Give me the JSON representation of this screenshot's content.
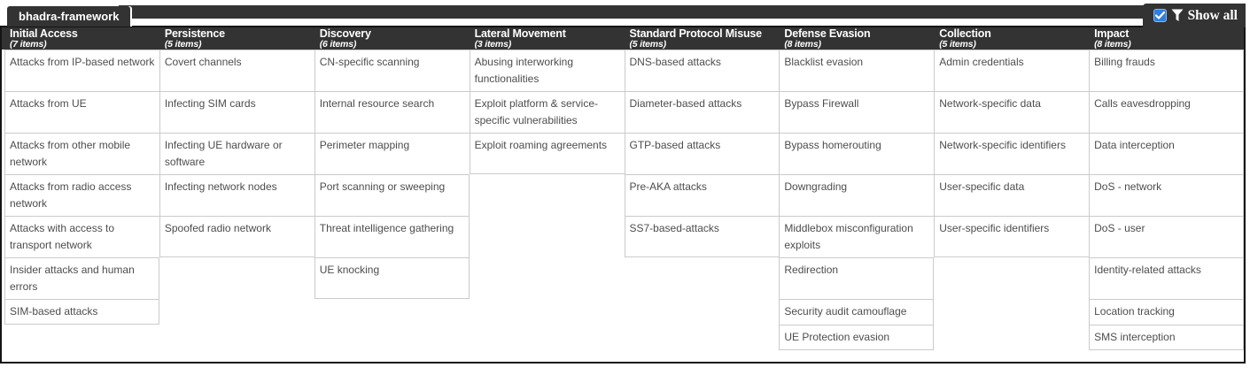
{
  "tab_bar": {
    "active_tab": "bhadra-framework"
  },
  "controls": {
    "show_all_label": "Show all",
    "show_all_checked": true,
    "checkbox_icon": "checked-checkbox-icon",
    "filter_icon": "filter-funnel-icon"
  },
  "colors": {
    "header_bg": "#333333",
    "frame_border": "#141414",
    "cell_border": "#cbcbcb",
    "cell_text": "#4d4d4d",
    "checkbox_blue": "#2e7fe0"
  },
  "matrix": {
    "columns": [
      {
        "name": "Initial Access",
        "count": "(7 items)",
        "techniques": [
          "Attacks from IP-based network",
          "Attacks from UE",
          "Attacks from other mobile network",
          "Attacks from radio access network",
          "Attacks with access to transport network",
          "Insider attacks and human errors",
          "SIM-based attacks"
        ]
      },
      {
        "name": "Persistence",
        "count": "(5 items)",
        "techniques": [
          "Covert channels",
          "Infecting SIM cards",
          "Infecting UE hardware or software",
          "Infecting network nodes",
          "Spoofed radio network"
        ]
      },
      {
        "name": "Discovery",
        "count": "(6 items)",
        "techniques": [
          "CN-specific scanning",
          "Internal resource search",
          "Perimeter mapping",
          "Port scanning or sweeping",
          "Threat intelligence gathering",
          "UE knocking"
        ]
      },
      {
        "name": "Lateral Movement",
        "count": "(3 items)",
        "techniques": [
          "Abusing interworking functionalities",
          "Exploit platform & service-specific vulnerabilities",
          "Exploit roaming agreements"
        ]
      },
      {
        "name": "Standard Protocol Misuse",
        "count": "(5 items)",
        "techniques": [
          "DNS-based attacks",
          "Diameter-based attacks",
          "GTP-based attacks",
          "Pre-AKA attacks",
          "SS7-based-attacks"
        ]
      },
      {
        "name": "Defense Evasion",
        "count": "(8 items)",
        "techniques": [
          "Blacklist evasion",
          "Bypass Firewall",
          "Bypass homerouting",
          "Downgrading",
          "Middlebox misconfiguration exploits",
          "Redirection",
          "Security audit camouflage",
          "UE Protection evasion"
        ]
      },
      {
        "name": "Collection",
        "count": "(5 items)",
        "techniques": [
          "Admin credentials",
          "Network-specific data",
          "Network-specific identifiers",
          "User-specific data",
          "User-specific identifiers"
        ]
      },
      {
        "name": "Impact",
        "count": "(8 items)",
        "techniques": [
          "Billing frauds",
          "Calls eavesdropping",
          "Data interception",
          "DoS - network",
          "DoS - user",
          "Identity-related attacks",
          "Location tracking",
          "SMS interception"
        ]
      }
    ]
  }
}
